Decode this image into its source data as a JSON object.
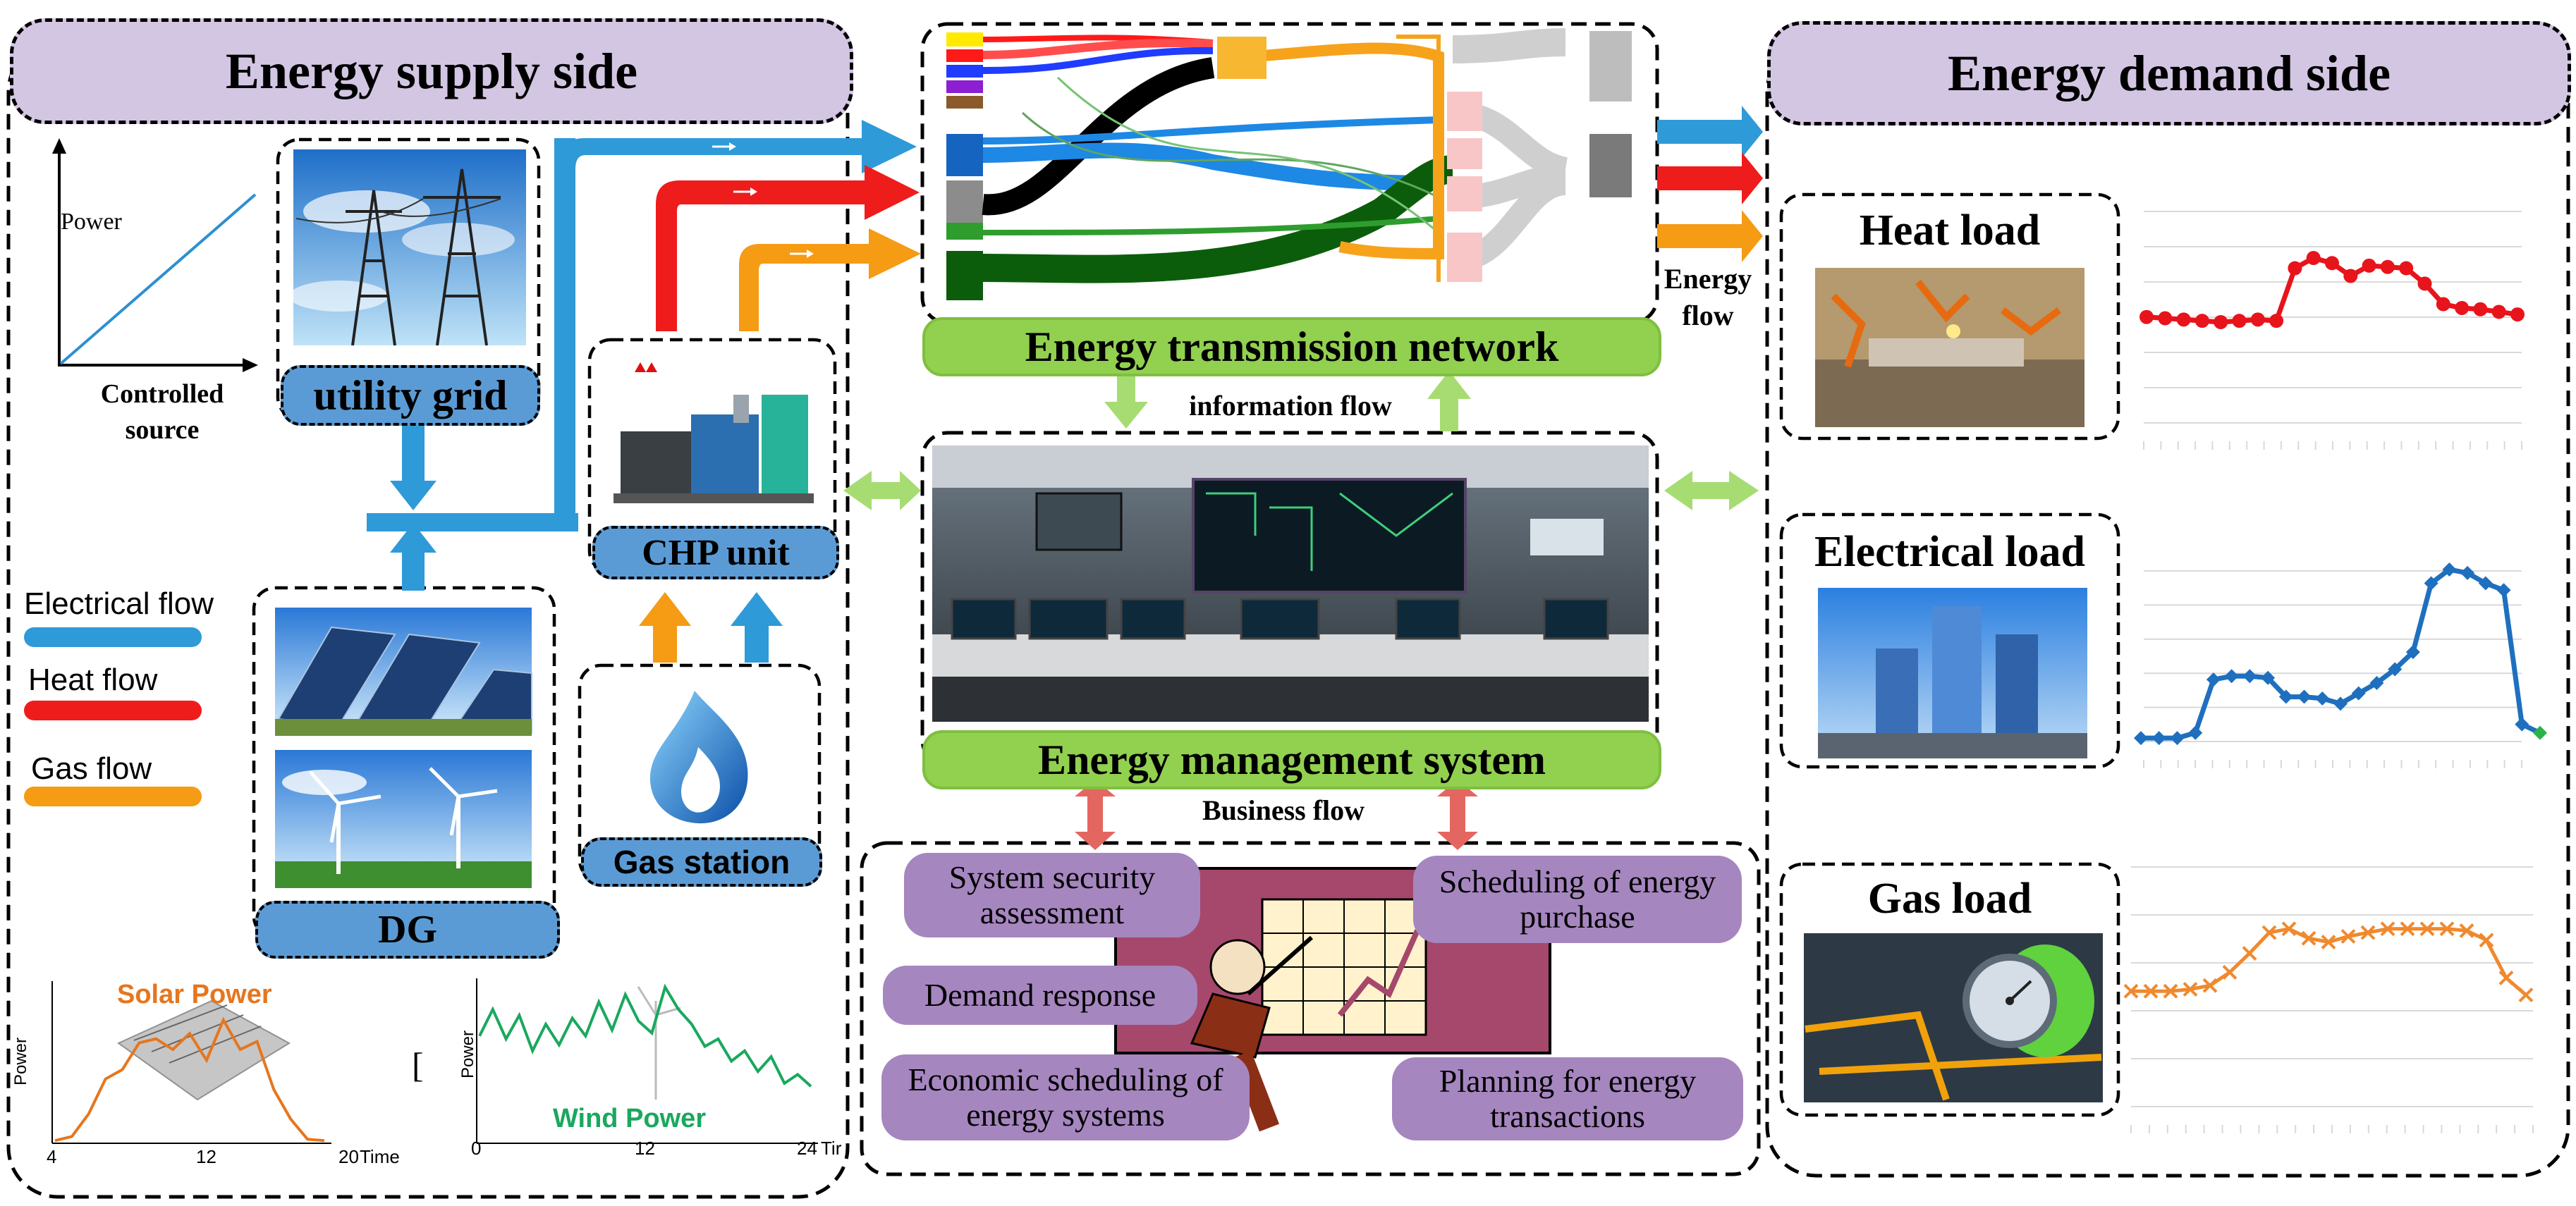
{
  "supply": {
    "header": "Energy supply side",
    "controlled_source_y": "Power",
    "controlled_source_label": "Controlled source",
    "utility_grid": "utility grid",
    "chp_unit": "CHP unit",
    "gas_station": "Gas station",
    "dg": "DG",
    "legend": {
      "electrical": "Electrical flow",
      "heat": "Heat flow",
      "gas": "Gas flow",
      "colors": {
        "electrical": "#2e9ad8",
        "heat": "#ef1c1c",
        "gas": "#f59b14"
      }
    },
    "solar_plot": {
      "title": "Solar Power",
      "ylabel": "Power",
      "ticks": [
        "4",
        "12",
        "20"
      ],
      "xunit": "Time"
    },
    "wind_plot": {
      "title": "Wind Power",
      "ylabel": "Power",
      "ticks": [
        "0",
        "12",
        "24"
      ],
      "xunit": "Tir"
    }
  },
  "center": {
    "transmission": "Energy transmission network",
    "information_flow": "information flow",
    "management": "Energy management system",
    "business_flow": "Business flow",
    "business": {
      "security": "System security assessment",
      "purchase": "Scheduling of energy purchase",
      "demand": "Demand response",
      "economic": "Economic scheduling of energy systems",
      "planning": "Planning for energy transactions"
    }
  },
  "demand": {
    "header": "Energy demand side",
    "energy_flow": "Energy flow",
    "heat_load": "Heat load",
    "electrical_load": "Electrical load",
    "gas_load": "Gas load"
  },
  "chart_data": [
    {
      "type": "line",
      "title": "Heat load",
      "marker": "circle",
      "color": "#e8141b",
      "values": [
        0.54,
        0.53,
        0.52,
        0.51,
        0.5,
        0.51,
        0.52,
        0.51,
        0.92,
        1.0,
        0.96,
        0.86,
        0.94,
        0.93,
        0.92,
        0.8,
        0.64,
        0.61,
        0.6,
        0.58,
        0.56
      ]
    },
    {
      "type": "line",
      "title": "Electrical load",
      "marker": "diamond",
      "color": "#1f6fbf",
      "values": [
        0.02,
        0.02,
        0.02,
        0.05,
        0.36,
        0.38,
        0.38,
        0.37,
        0.26,
        0.26,
        0.25,
        0.22,
        0.28,
        0.34,
        0.42,
        0.52,
        0.92,
        1.0,
        0.98,
        0.92,
        0.88,
        0.1,
        0.05
      ]
    },
    {
      "type": "line",
      "title": "Gas load",
      "marker": "x",
      "color": "#f0892e",
      "values": [
        0.35,
        0.35,
        0.35,
        0.36,
        0.38,
        0.45,
        0.55,
        0.66,
        0.68,
        0.63,
        0.61,
        0.64,
        0.66,
        0.68,
        0.68,
        0.68,
        0.68,
        0.67,
        0.62,
        0.42,
        0.33
      ]
    },
    {
      "type": "line",
      "title": "Solar Power",
      "ylabel": "Power",
      "color": "#e6761e",
      "x": [
        4,
        5,
        6,
        7,
        8,
        9,
        10,
        11,
        12,
        13,
        14,
        15,
        16,
        17,
        18,
        19,
        20
      ],
      "values": [
        0.02,
        0.05,
        0.22,
        0.48,
        0.55,
        0.75,
        0.78,
        0.7,
        0.82,
        0.62,
        0.92,
        0.7,
        0.76,
        0.4,
        0.18,
        0.03,
        0.02
      ]
    },
    {
      "type": "line",
      "title": "Wind Power",
      "ylabel": "Power",
      "color": "#1aa85e",
      "x": [
        0,
        24
      ],
      "values": [
        0.62,
        0.8,
        0.6,
        0.76,
        0.52,
        0.7,
        0.56,
        0.74,
        0.62,
        0.85,
        0.66,
        0.9,
        0.72,
        0.64,
        0.95,
        0.8,
        0.7,
        0.55,
        0.6,
        0.45,
        0.52,
        0.38,
        0.48,
        0.3,
        0.36,
        0.28
      ]
    }
  ]
}
